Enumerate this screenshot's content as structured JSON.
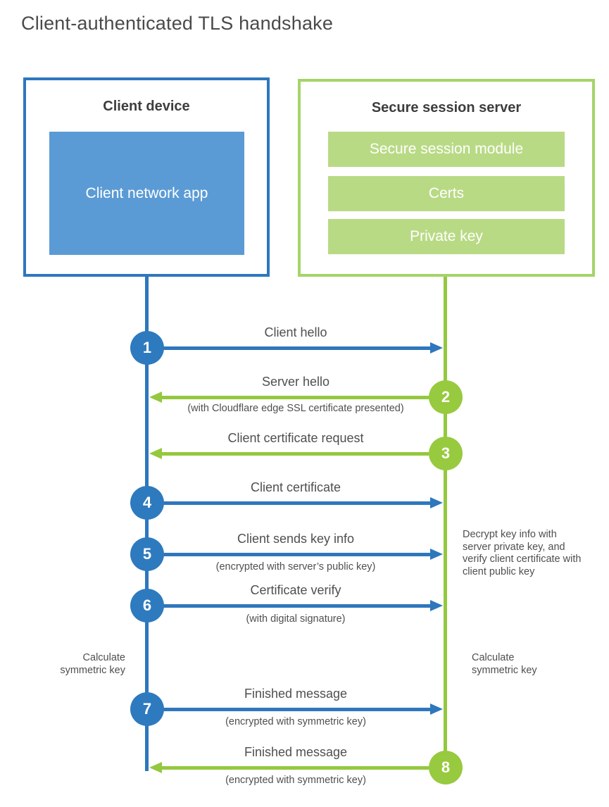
{
  "title": "Client-authenticated TLS handshake",
  "client": {
    "title": "Client device",
    "app": "Client network app"
  },
  "server": {
    "title": "Secure session server",
    "modules": [
      "Secure session module",
      "Certs",
      "Private key"
    ]
  },
  "steps": [
    {
      "num": "1",
      "from": "client",
      "to": "server",
      "label": "Client hello",
      "sub": ""
    },
    {
      "num": "2",
      "from": "server",
      "to": "client",
      "label": "Server hello",
      "sub": "(with Cloudflare edge SSL certificate presented)"
    },
    {
      "num": "3",
      "from": "server",
      "to": "client",
      "label": "Client certificate request",
      "sub": ""
    },
    {
      "num": "4",
      "from": "client",
      "to": "server",
      "label": "Client certificate",
      "sub": ""
    },
    {
      "num": "5",
      "from": "client",
      "to": "server",
      "label": "Client sends key info",
      "sub": "(encrypted with server’s public key)"
    },
    {
      "num": "6",
      "from": "client",
      "to": "server",
      "label": "Certificate verify",
      "sub": "(with digital signature)"
    },
    {
      "num": "7",
      "from": "client",
      "to": "server",
      "label": "Finished message",
      "sub": "(encrypted with symmetric key)"
    },
    {
      "num": "8",
      "from": "server",
      "to": "client",
      "label": "Finished message",
      "sub": "(encrypted with symmetric key)"
    }
  ],
  "notes": {
    "decrypt": "Decrypt key info with server private key, and verify client certificate with client public key",
    "calc_client": "Calculate symmetric key",
    "calc_server": "Calculate symmetric key"
  },
  "colors": {
    "client_blue": "#2e77bd",
    "client_fill_blue": "#5b9bd5",
    "server_border_green": "#a5d469",
    "server_fill_green": "#b9da85",
    "server_line_green": "#94c83f",
    "text_gray": "#4f4f4f"
  }
}
